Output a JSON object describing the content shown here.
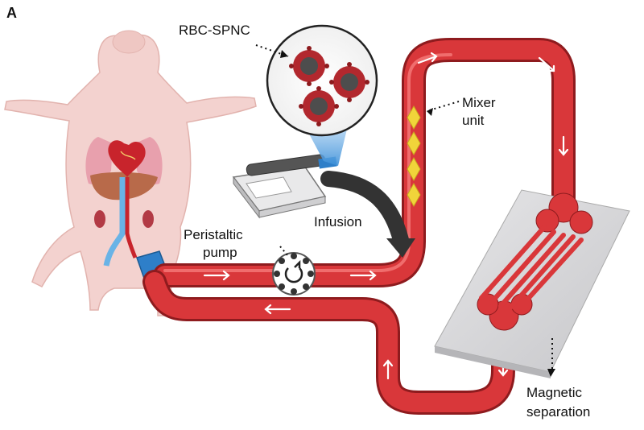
{
  "figure": {
    "panel_letter": "A",
    "labels": {
      "rbc_spnc": "RBC-SPNC",
      "mixer_line1": "Mixer",
      "mixer_line2": "unit",
      "infusion": "Infusion",
      "pump_line1": "Peristaltic",
      "pump_line2": "pump",
      "magnetic_line1": "Magnetic",
      "magnetic_line2": "separation"
    },
    "colors": {
      "tube_red": "#d9373a",
      "tube_dark": "#8e1b1e",
      "tube_light": "#f06d6d",
      "pig_skin": "#f3d2cf",
      "pig_outline": "#e2b3ae",
      "chip_grey": "#d8d8da",
      "syringe_beam": "#3b8fd8",
      "infusion_arrow": "#333333",
      "catheter_blue": "#2e7fc9",
      "mixer_yellow": "#f1d43a",
      "heart_red": "#c8242c",
      "lung_pink": "#e8a0ad",
      "liver_brown": "#b86a4a",
      "vein_blue": "#69b3e6",
      "particle_core": "#4d4d4d",
      "particle_shell": "#b2282e"
    },
    "icons": [
      "pig-body-icon",
      "heart-icon",
      "syringe-pump-icon",
      "peristaltic-pump-icon",
      "microfluidic-chip-icon",
      "nanoparticle-icon"
    ]
  }
}
